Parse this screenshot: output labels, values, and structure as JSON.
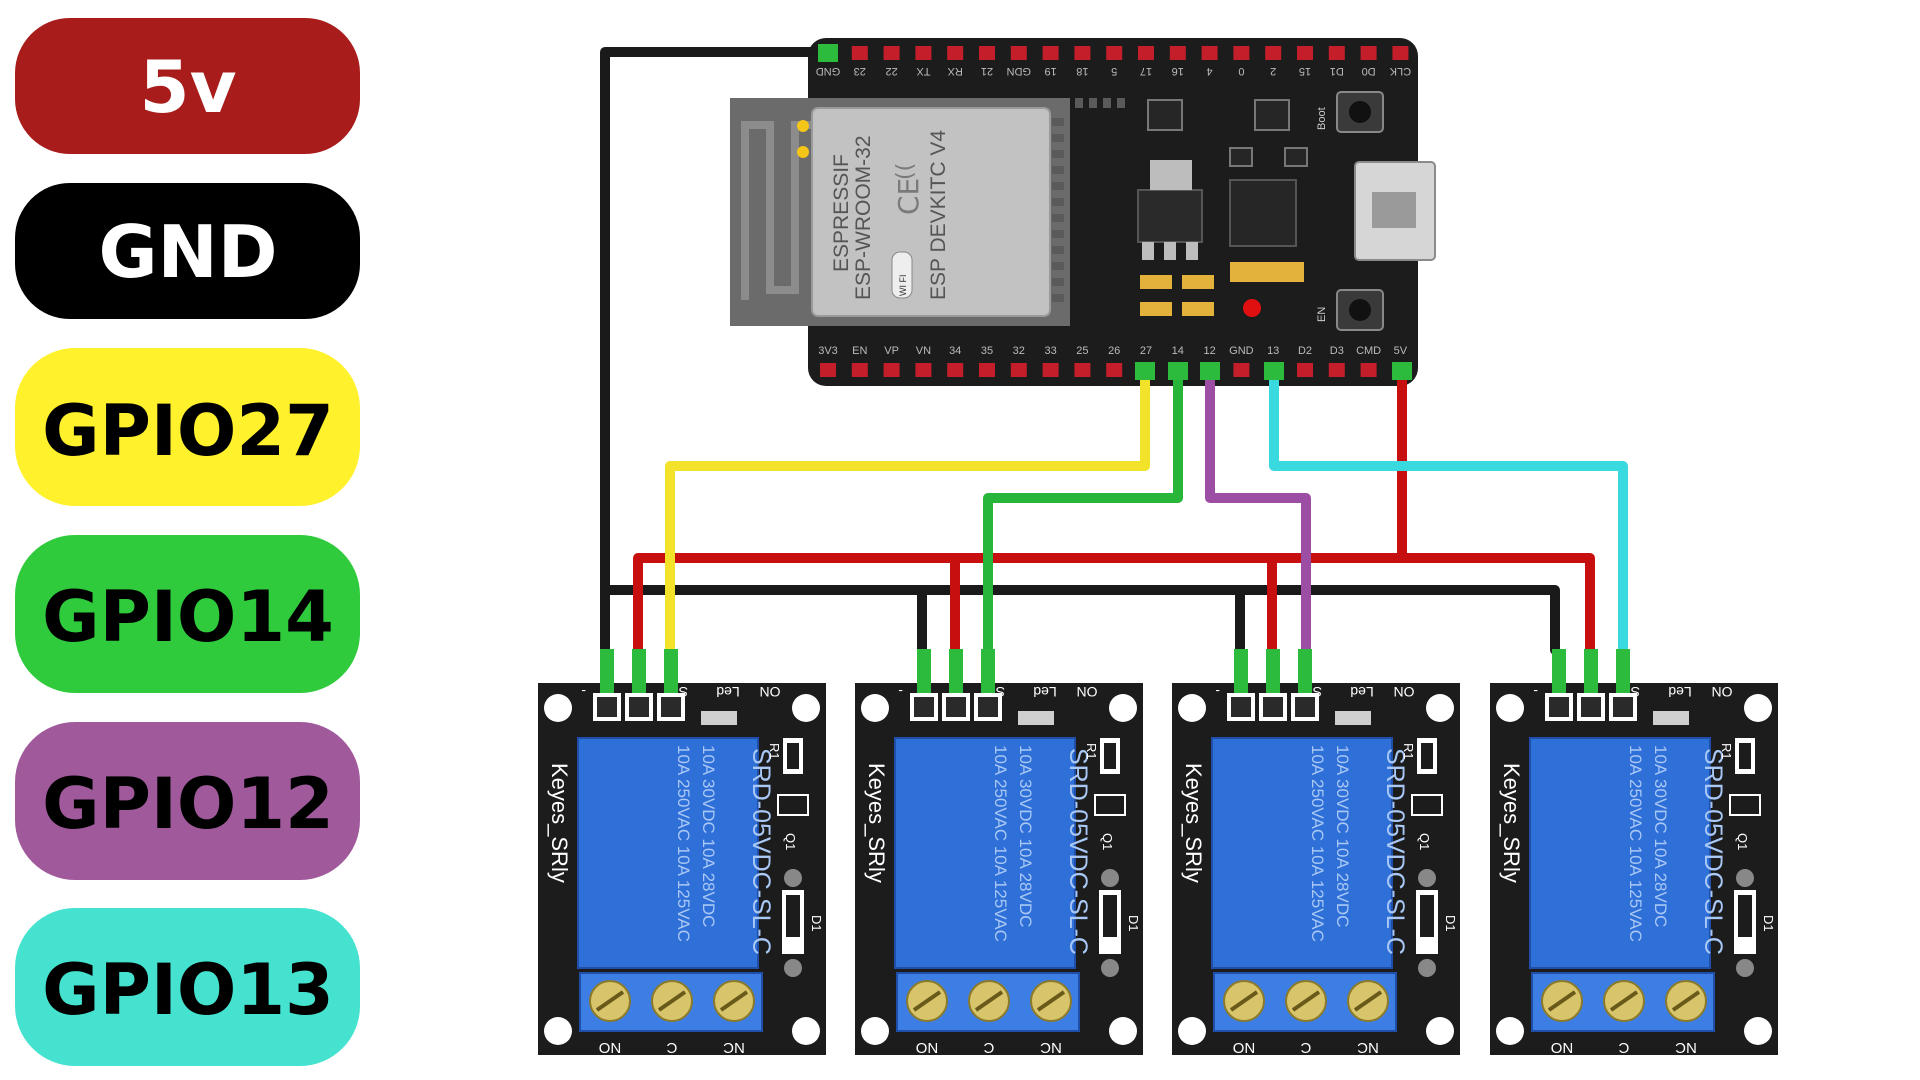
{
  "legend": [
    {
      "key": "5v",
      "label": "5v",
      "bg": "#A81C1C",
      "fg": "#FFFFFF"
    },
    {
      "key": "gnd",
      "label": "GND",
      "bg": "#000000",
      "fg": "#FFFFFF"
    },
    {
      "key": "gpio27",
      "label": "GPIO27",
      "bg": "#FFF12C",
      "fg": "#000000"
    },
    {
      "key": "gpio14",
      "label": "GPIO14",
      "bg": "#2FCB3C",
      "fg": "#000000"
    },
    {
      "key": "gpio12",
      "label": "GPIO12",
      "bg": "#A05A9C",
      "fg": "#000000"
    },
    {
      "key": "gpio13",
      "label": "GPIO13",
      "bg": "#45E2CF",
      "fg": "#000000"
    }
  ],
  "board": {
    "module_vendor": "ESPRESSIF",
    "module_name": "ESP-WROOM-32",
    "board_name": "ESP DEVKITC V4",
    "wifi_badge": "WI FI",
    "boot_label": "Boot",
    "en_label": "EN",
    "top_pins": [
      "GND",
      "23",
      "22",
      "TX",
      "RX",
      "21",
      "GDN",
      "19",
      "18",
      "5",
      "17",
      "16",
      "4",
      "0",
      "2",
      "15",
      "D1",
      "D0",
      "CLK"
    ],
    "bottom_pins": [
      "3V3",
      "EN",
      "VP",
      "VN",
      "34",
      "35",
      "32",
      "33",
      "25",
      "26",
      "27",
      "14",
      "12",
      "GND",
      "13",
      "D2",
      "D3",
      "CMD",
      "5V"
    ]
  },
  "relay": {
    "brand": "Keyes_SRly",
    "part": "SRD-05VDC-SL-C",
    "rating1": "10A 250VAC  10A 125VAC",
    "rating2": "10A  30VDC  10A  28VDC",
    "pin_minus": "-",
    "pin_s": "S",
    "led_label": "Led",
    "on_label": "ON",
    "r1": "R1",
    "q1": "Q1",
    "d1": "D1",
    "term_no": "NO",
    "term_c": "C",
    "term_nc": "NC"
  },
  "colors": {
    "red": "#C80F0F",
    "black": "#1A1A1A",
    "yellow": "#F2E32A",
    "green": "#27B53A",
    "purple": "#9B4EA3",
    "cyan": "#39D9E0",
    "pcb": "#1C1C1C",
    "relay_blue": "#2F6FD8",
    "terminal_blue": "#3D7EE5"
  }
}
